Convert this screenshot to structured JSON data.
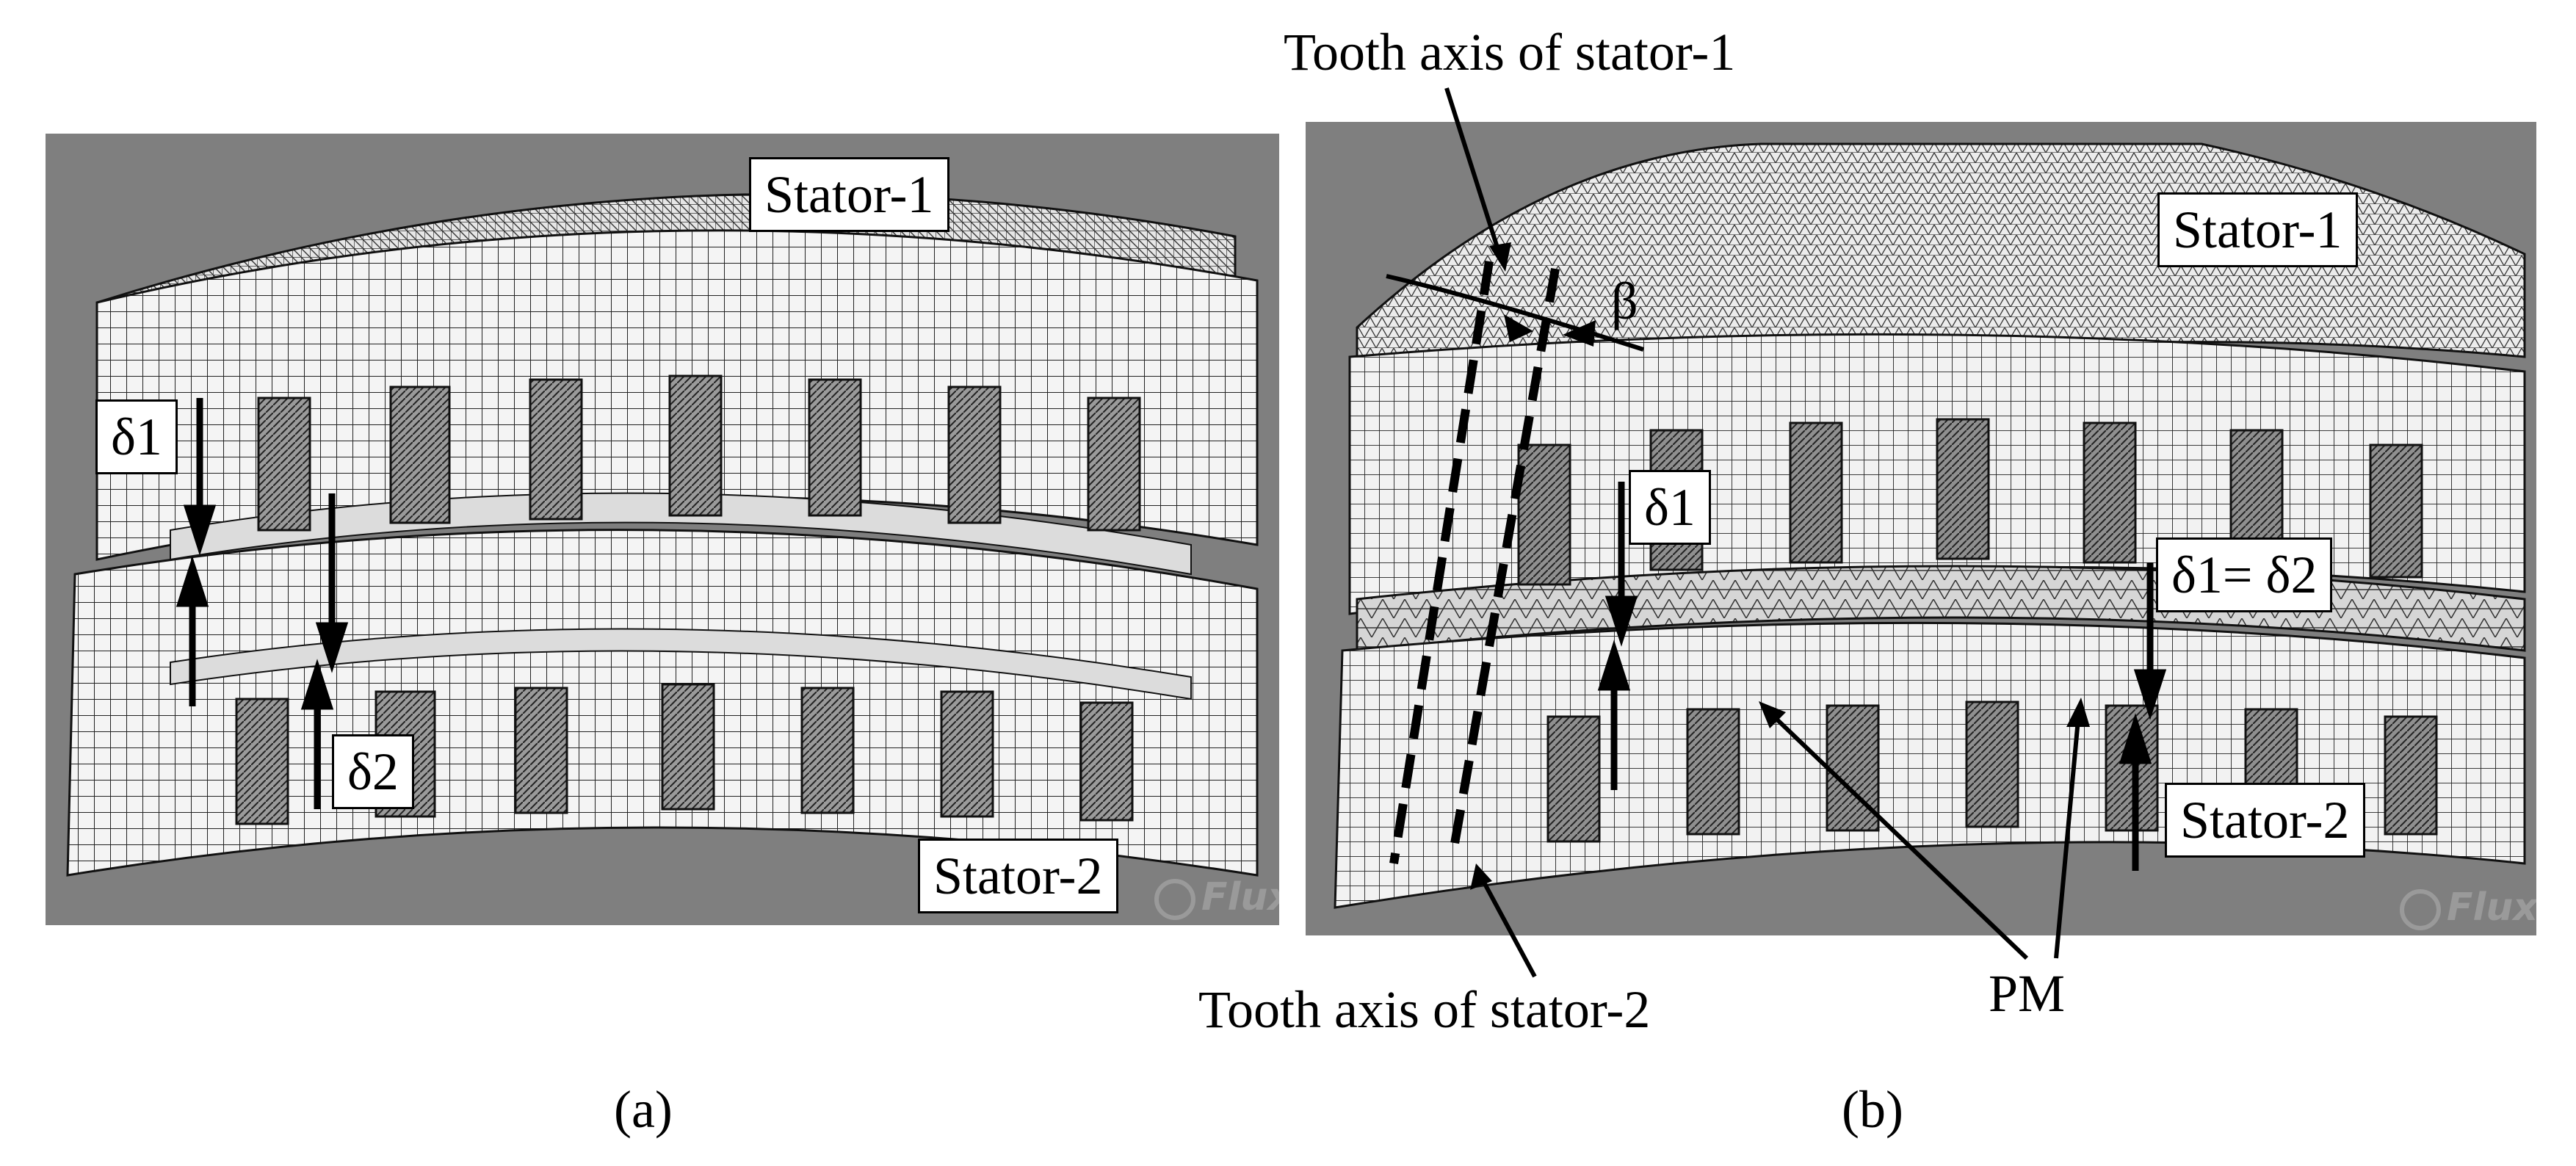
{
  "panel_a": {
    "stator_1_label": "Stator-1",
    "stator_2_label": "Stator-2",
    "delta_1_label": "δ1",
    "delta_2_label": "δ2",
    "watermark": "Flux"
  },
  "panel_b": {
    "stator_1_label": "Stator-1",
    "stator_2_label": "Stator-2",
    "delta_1_label": "δ1",
    "delta_equal_label": "δ1= δ2",
    "beta_label": "β",
    "tooth_axis_1_label": "Tooth axis of stator-1",
    "tooth_axis_2_label": "Tooth axis of stator-2",
    "pm_label": "PM",
    "watermark": "Flux"
  },
  "captions": {
    "a": "(a)",
    "b": "(b)"
  },
  "colors": {
    "background": "#7f7f7f",
    "mesh_fill": "#f2f2f2",
    "mesh_line": "#1a1a1a",
    "annotation": "#000000"
  }
}
